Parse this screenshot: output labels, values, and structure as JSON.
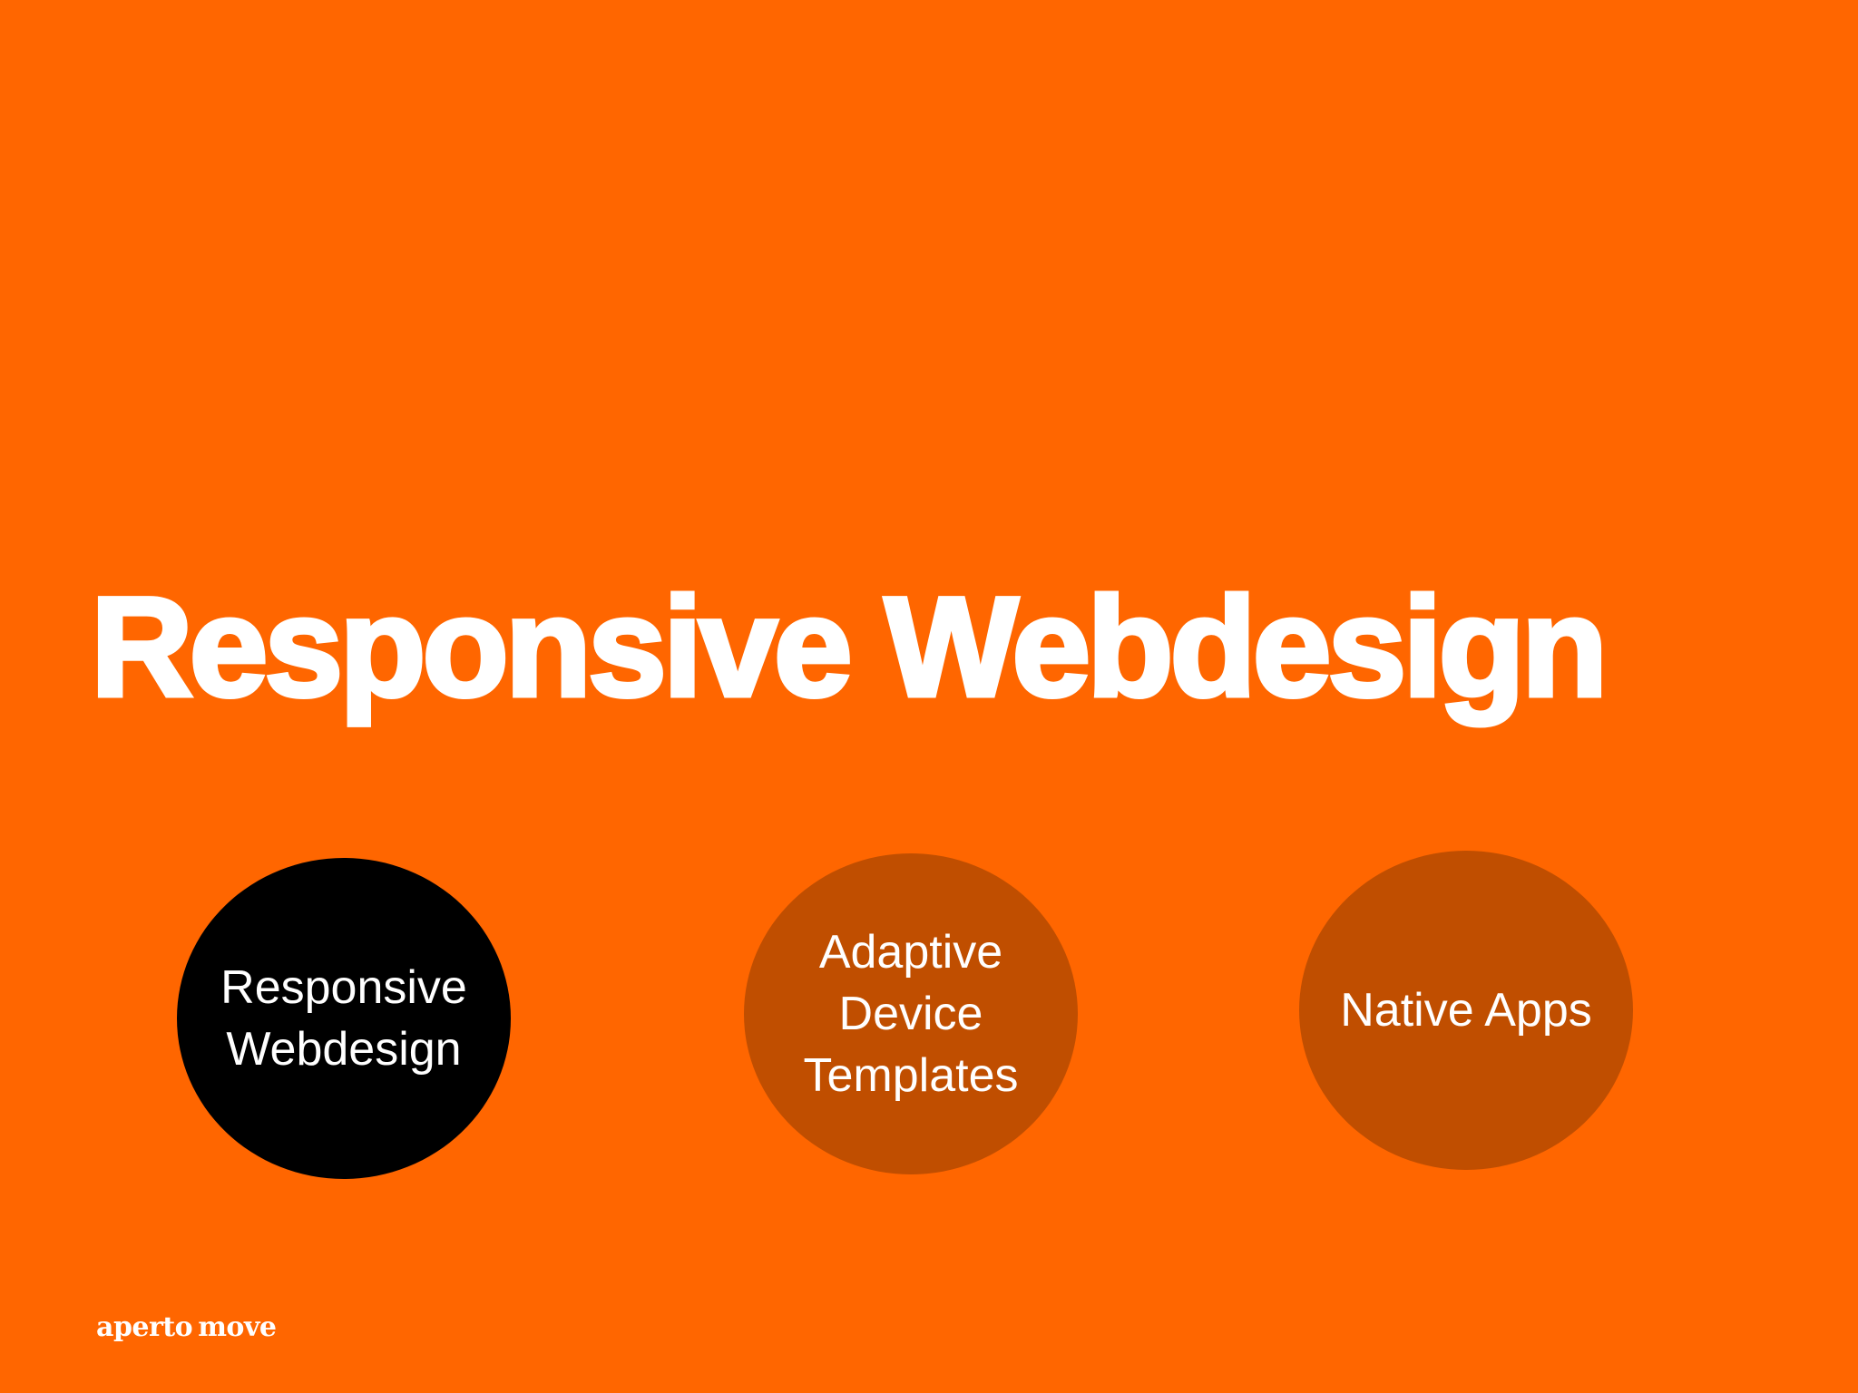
{
  "slide": {
    "background_color": "#ff6600",
    "title": "Responsive Webdesign",
    "options": [
      {
        "lines": [
          "Responsive",
          "Webdesign"
        ],
        "fill": "#000000",
        "state": "highlighted"
      },
      {
        "lines": [
          "Adaptive",
          "Device",
          "Templates"
        ],
        "fill": "#c04e00",
        "state": "normal"
      },
      {
        "lines": [
          "Native Apps"
        ],
        "fill": "#c04e00",
        "state": "normal"
      }
    ],
    "logo": {
      "part1": "aperto",
      "part2": "move"
    }
  }
}
